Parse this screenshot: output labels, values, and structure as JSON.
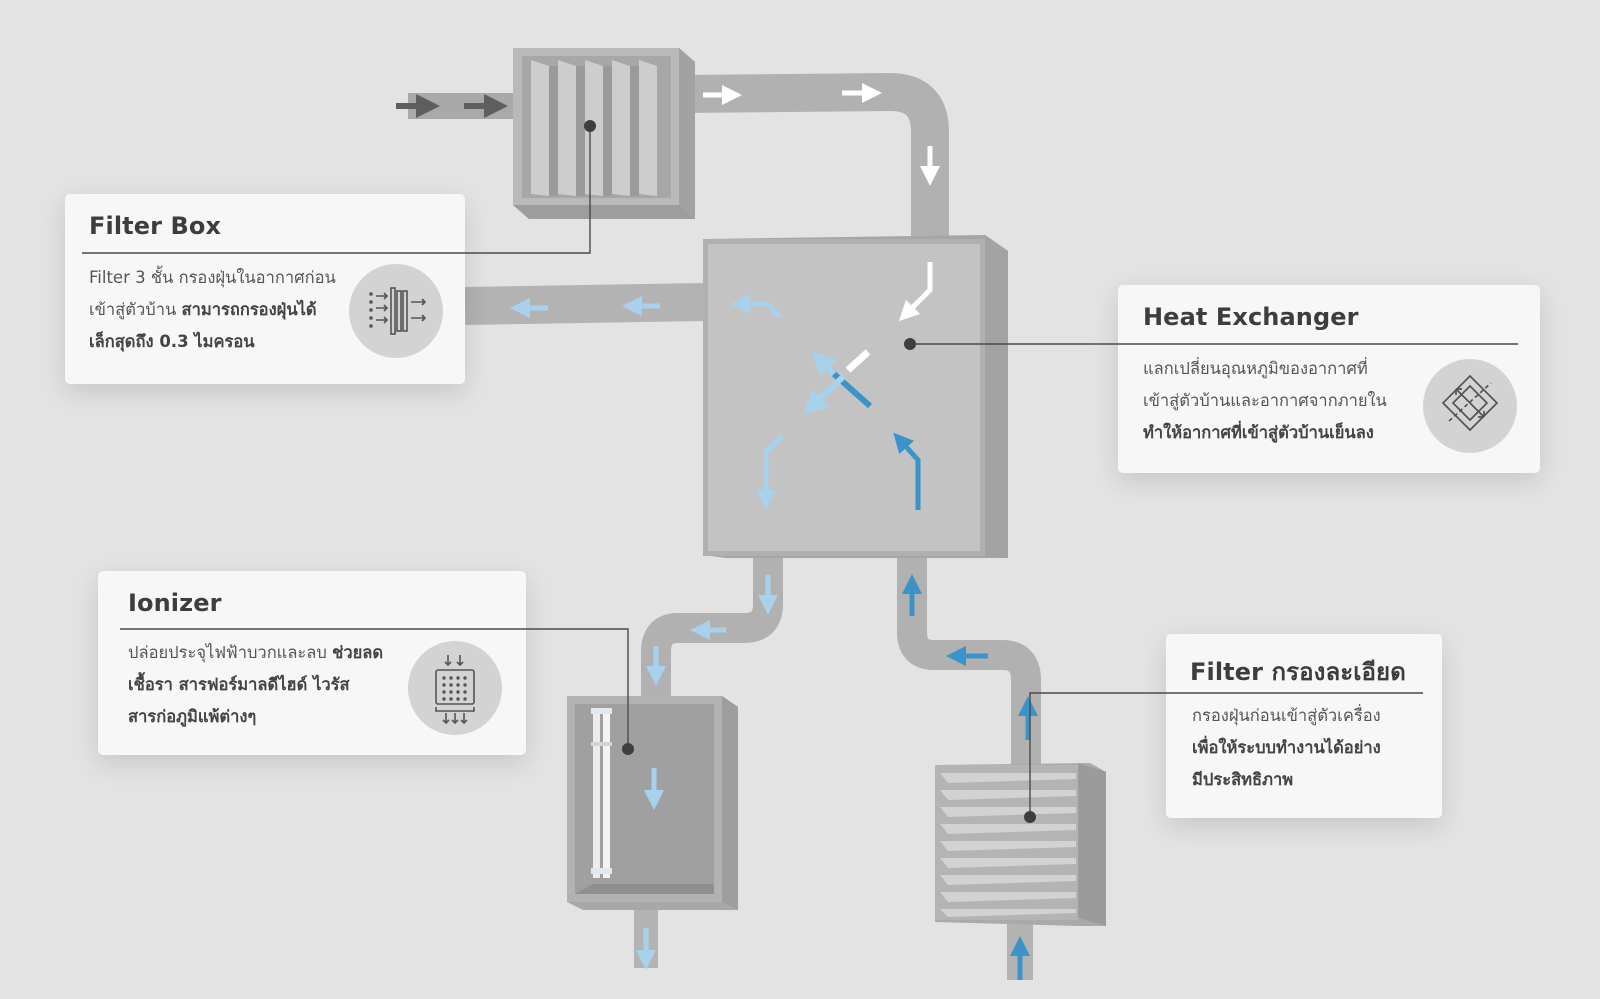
{
  "callouts": {
    "filter_box": {
      "title": "Filter Box",
      "line1": "Filter 3 ชั้น กรองฝุ่นในอากาศก่อน",
      "line2_normal": "เข้าสู่ตัวบ้าน ",
      "line2_bold": "สามารถกรองฝุ่นได้",
      "line3_bold": "เล็กสุดถึง 0.3 ไมครอน",
      "icon": "filter-layers-icon"
    },
    "heat_exchanger": {
      "title": "Heat Exchanger",
      "line1": "แลกเปลี่ยนอุณหภูมิของอากาศที่",
      "line2": "เข้าสู่ตัวบ้านและอากาศจากภายใน",
      "line3_bold": "ทำให้อากาศที่เข้าสู่ตัวบ้านเย็นลง",
      "icon": "heat-exchanger-icon"
    },
    "ionizer": {
      "title": "Ionizer",
      "line1_normal": "ปล่อยประจุไฟฟ้าบวกและลบ ",
      "line1_bold": "ช่วยลด",
      "line2_bold": "เชื้อรา สารฟอร์มาลดีไฮด์ ไวรัส",
      "line3_bold": "สารก่อภูมิแพ้ต่างๆ",
      "icon": "ionizer-icon"
    },
    "fine_filter": {
      "title": "Filter กรองละเอียด",
      "line1": "กรองฝุ่นก่อนเข้าสู่ตัวเครื่อง",
      "line2_bold": "เพื่อให้ระบบทำงานได้อย่าง",
      "line3_bold": "มีประสิทธิภาพ"
    }
  },
  "colors": {
    "background": "#e3e3e3",
    "duct": "#b3b3b3",
    "unit_front": "#c4c4c4",
    "fresh_air_arrow": "#3c93c8",
    "light_blue_arrow": "#a8d2ec",
    "white_arrow": "#ffffff",
    "intake_arrow": "#5e5e5e",
    "leader_line": "#4a4a4a"
  }
}
